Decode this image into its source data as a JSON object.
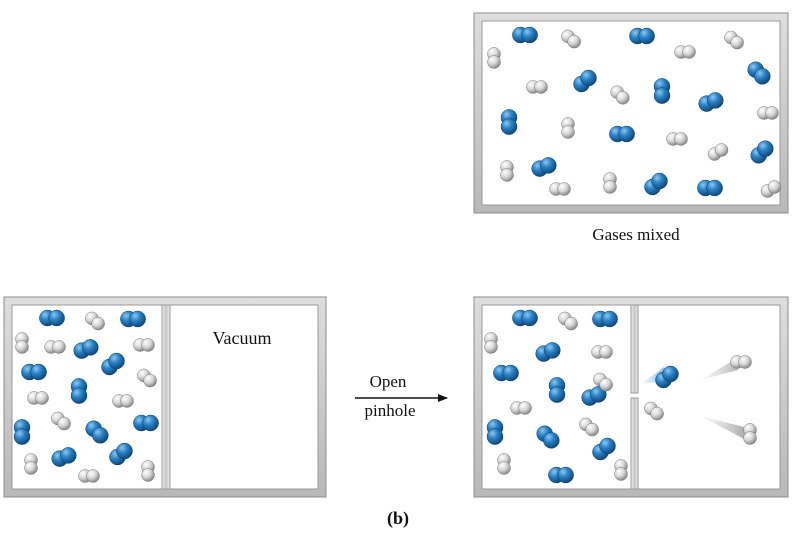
{
  "labels": {
    "mixed_caption": "Gases mixed",
    "vacuum": "Vacuum",
    "arrow_line1": "Open",
    "arrow_line2": "pinhole",
    "panel_tag": "(b)"
  },
  "colors": {
    "blue_molecule": "#2a7fc4",
    "white_molecule": "#d4d4d4",
    "frame": "#c9c9c9",
    "arrow": "#111111"
  },
  "icons": [
    "blue-diatomic-molecule",
    "white-diatomic-molecule",
    "right-arrow"
  ]
}
